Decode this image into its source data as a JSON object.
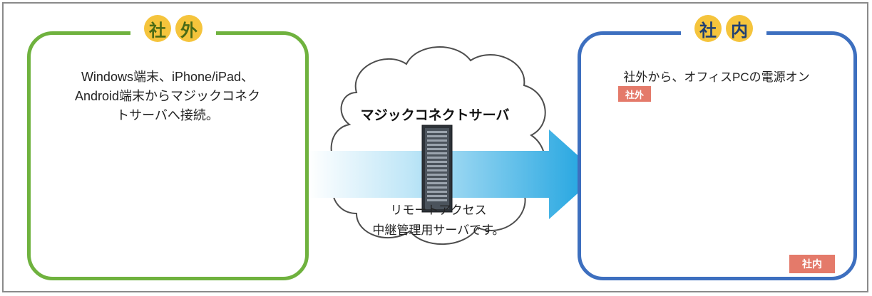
{
  "outside": {
    "badge_1": "社",
    "badge_2": "外",
    "description_line1": "Windows端末、iPhone/iPad、",
    "description_line2": "Android端末からマジックコネク",
    "description_line3": "トサーバへ接続。"
  },
  "server": {
    "title": "マジックコネクトサーバ",
    "description_line1": "リモートアクセス",
    "description_line2": "中継管理用サーバです。"
  },
  "inside": {
    "badge_1": "社",
    "badge_2": "内",
    "description": "社外から、オフィスPCの電源オン",
    "photo_tag": "社外",
    "desk_tag": "社内"
  },
  "colors": {
    "outside_border": "#6fb23e",
    "inside_border": "#3d6fbf",
    "badge_fill": "#f5c43c",
    "arrow": "#1aa3e0",
    "power_arrow": "#e47a6a"
  }
}
